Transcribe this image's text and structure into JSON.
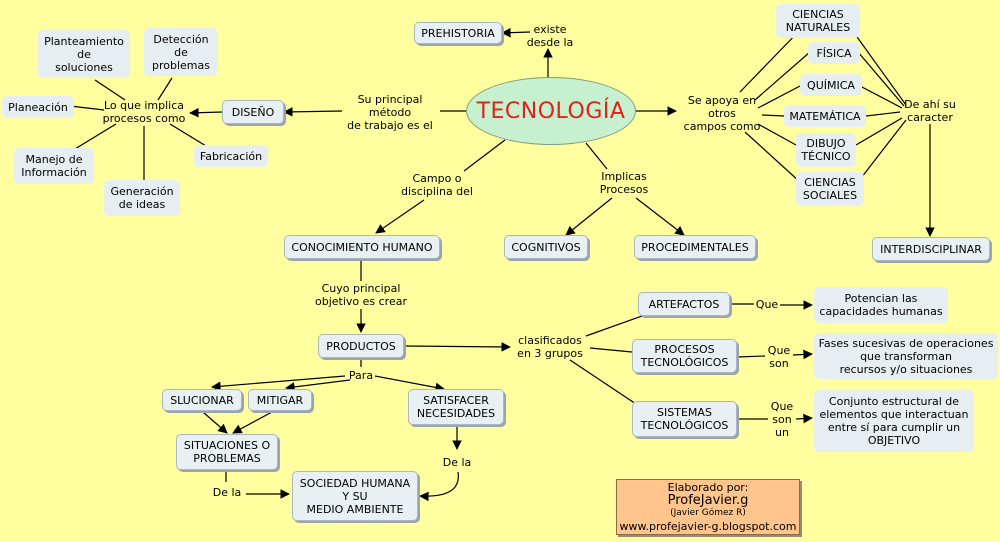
{
  "nodes": {
    "tecnologia": "TECNOLOGÍA",
    "prehistoria": "PREHISTORIA",
    "existe": "existe\ndesde la",
    "su_principal": "Su principal\nmétodo\nde trabajo es el",
    "diseno": "DISEÑO",
    "lo_que_implica": "Lo que implica\nprocesos como",
    "planteamiento": "Planteamiento\nde\nsoluciones",
    "deteccion": "Detección\nde\nproblemas",
    "planeacion": "Planeación",
    "manejo": "Manejo de\nInformación",
    "generacion": "Generación\nde ideas",
    "fabricacion": "Fabricación",
    "se_apoya": "Se apoya en\notros\ncampos como",
    "ciencias_naturales": "CIENCIAS\nNATURALES",
    "fisica": "FÍSICA",
    "quimica": "QUÍMICA",
    "matematica": "MATEMÁTICA",
    "dibujo": "DIBUJO\nTÉCNICO",
    "ciencias_sociales": "CIENCIAS\nSOCIALES",
    "de_ahi": "De ahí su\ncaracter",
    "interdisciplinar": "INTERDISCIPLINAR",
    "campo": "Campo o\ndisciplina del",
    "implicas": "Implicas\nProcesos",
    "conocimiento": "CONOCIMIENTO HUMANO",
    "cognitivos": "COGNITIVOS",
    "procedimentales": "PROCEDIMENTALES",
    "cuyo": "Cuyo principal\nobjetivo es crear",
    "productos": "PRODUCTOS",
    "clasificados": "clasificados\nen 3 grupos",
    "artefactos": "ARTEFACTOS",
    "procesos_tec": "PROCESOS\nTECNOLÓGICOS",
    "sistemas_tec": "SISTEMAS\nTECNOLÓGICOS",
    "que1": "Que",
    "que2": "Que\nson",
    "que3": "Que\nson\nun",
    "potencian": "Potencian las\ncapacidades humanas",
    "fases": "Fases sucesivas de operaciones\nque transforman\nrecursos y/o situaciones",
    "conjunto": "Conjunto estructural de\nelementos que interactuan\nentre sí para cumplir un\nOBJETIVO",
    "para": "Para",
    "slucionar": "SLUCIONAR",
    "mitigar": "MITIGAR",
    "satisfacer": "SATISFACER\nNECESIDADES",
    "situaciones": "SITUACIONES O\nPROBLEMAS",
    "de_la_1": "De la",
    "de_la_2": "De la",
    "sociedad": "SOCIEDAD HUMANA\nY SU\nMEDIO AMBIENTE"
  },
  "credit": {
    "title": "Elaborado por:",
    "name": "ProfeJavier.g",
    "fullname": "(Javier Gómez R)",
    "url": "www.profejavier-g.blogspot.com"
  },
  "colors": {
    "background": "#FFFFA0",
    "main_fill": "#C7F0CE",
    "main_text": "#E0221C",
    "box_fill": "#E9F0F4",
    "credit_fill": "#FFC58C"
  }
}
